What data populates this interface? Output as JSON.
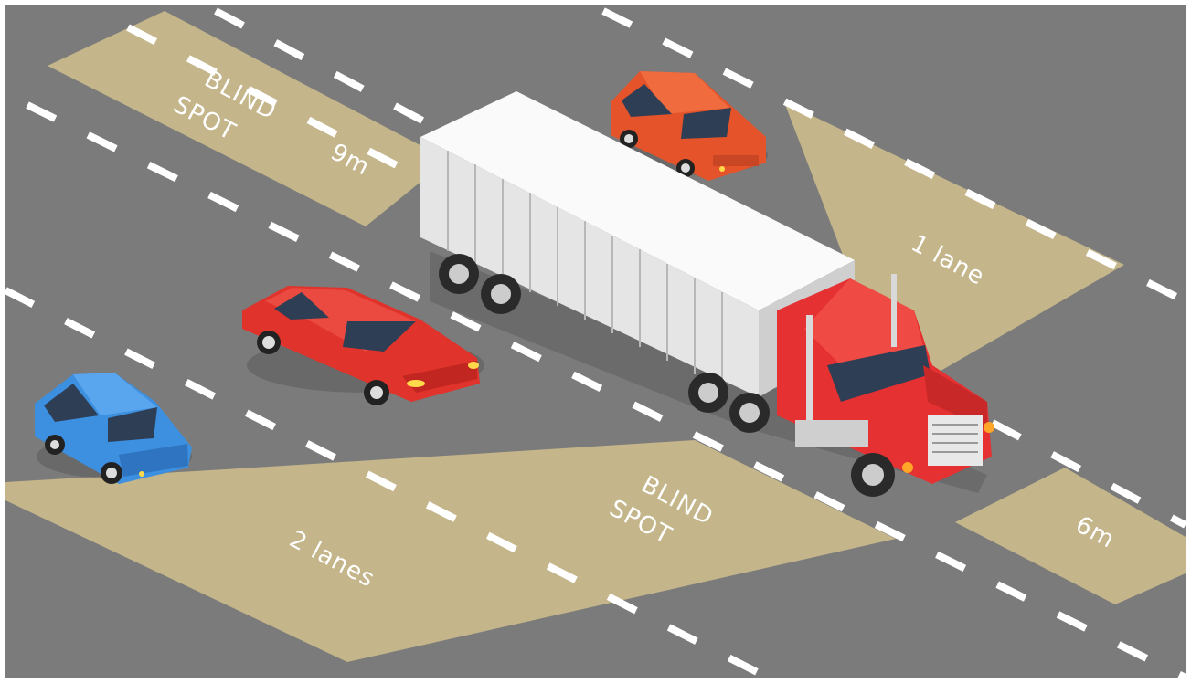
{
  "labels": {
    "rear_blind_spot": [
      "BLIND",
      "SPOT"
    ],
    "rear_distance": "9m",
    "left_lane_coverage": "1 lane",
    "right_blind_spot": [
      "BLIND",
      "SPOT"
    ],
    "right_lane_coverage": "2 lanes",
    "front_distance": "6m"
  },
  "colors": {
    "road": "#7d7d7d",
    "blind_zone": "#c4b68a",
    "lane_marking": "#ffffff",
    "truck_cab": "#e53131",
    "trailer": "#f2f2f2",
    "car_red": "#e0332b",
    "car_orange": "#e5532a",
    "car_blue": "#3d8fe0"
  },
  "icons": [
    "truck-icon",
    "car-icon",
    "car-icon",
    "car-icon"
  ]
}
